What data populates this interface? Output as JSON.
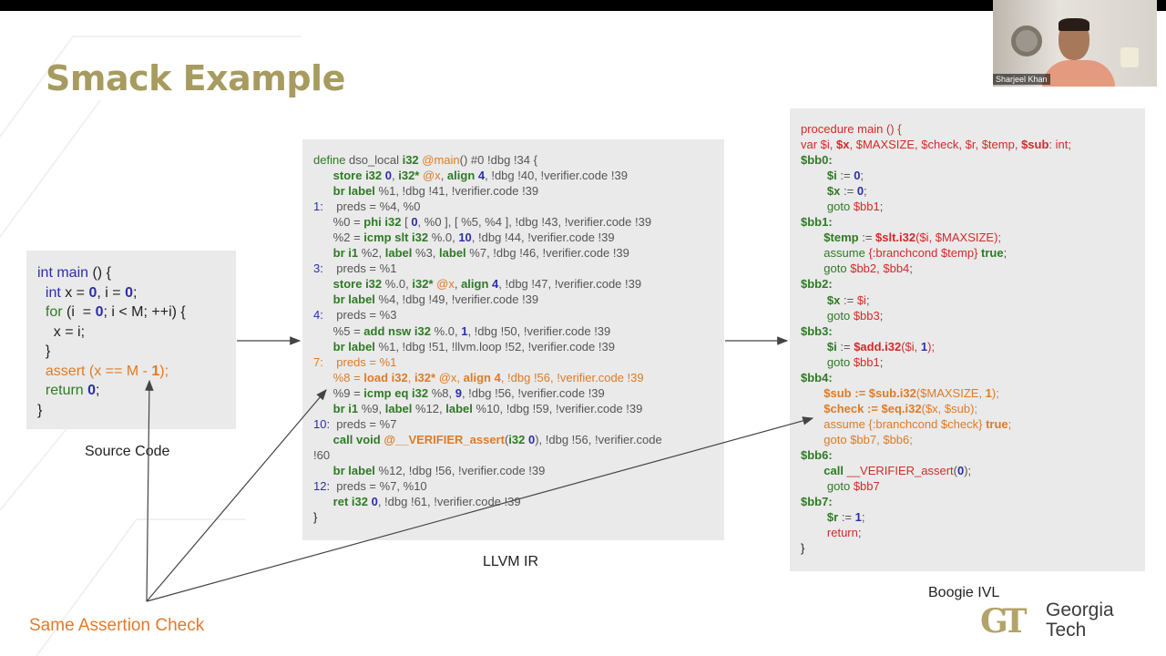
{
  "slide": {
    "title": "Smack Example",
    "source_label": "Source Code",
    "llvm_label": "LLVM IR",
    "boogie_label": "Boogie IVL",
    "assertion_label": "Same Assertion Check"
  },
  "webcam": {
    "name": "Sharjeel Khan"
  },
  "logo": {
    "mark": "GT",
    "line1": "Georgia",
    "line2": "Tech"
  },
  "source_code": [
    [
      {
        "t": "int ",
        "c": "n"
      },
      {
        "t": "main",
        "c": "n"
      },
      {
        "t": " () {",
        "c": "d"
      }
    ],
    [
      {
        "t": "  int ",
        "c": "n"
      },
      {
        "t": "x = ",
        "c": "d"
      },
      {
        "t": "0",
        "c": "nb"
      },
      {
        "t": ", i = ",
        "c": "d"
      },
      {
        "t": "0",
        "c": "nb"
      },
      {
        "t": ";",
        "c": "d"
      }
    ],
    [
      {
        "t": "  for ",
        "c": "k"
      },
      {
        "t": "(i  = ",
        "c": "d"
      },
      {
        "t": "0",
        "c": "nb"
      },
      {
        "t": "; i < M; ++i) {",
        "c": "d"
      }
    ],
    [
      {
        "t": "    x = i;",
        "c": "d"
      }
    ],
    [
      {
        "t": "  }",
        "c": "d"
      }
    ],
    [
      {
        "t": "  assert (x == M - ",
        "c": "o"
      },
      {
        "t": "1",
        "c": "ob"
      },
      {
        "t": ");",
        "c": "o"
      }
    ],
    [
      {
        "t": "  return ",
        "c": "k"
      },
      {
        "t": "0",
        "c": "nb"
      },
      {
        "t": ";",
        "c": "d"
      }
    ],
    [
      {
        "t": "}",
        "c": "d"
      }
    ]
  ],
  "llvm_ir": [
    [
      {
        "t": "define ",
        "c": "k"
      },
      {
        "t": "dso_local ",
        "c": "g"
      },
      {
        "t": "i32 ",
        "c": "kb"
      },
      {
        "t": "@main",
        "c": "o"
      },
      {
        "t": "() #0 !dbg !34 {",
        "c": "g"
      }
    ],
    [
      {
        "t": "      store i32 ",
        "c": "kb"
      },
      {
        "t": "0",
        "c": "nb"
      },
      {
        "t": ", ",
        "c": "g"
      },
      {
        "t": "i32* ",
        "c": "kb"
      },
      {
        "t": "@x",
        "c": "o"
      },
      {
        "t": ", ",
        "c": "g"
      },
      {
        "t": "align ",
        "c": "kb"
      },
      {
        "t": "4",
        "c": "nb"
      },
      {
        "t": ", !dbg !40, !verifier.code !39",
        "c": "g"
      }
    ],
    [
      {
        "t": "      br label ",
        "c": "kb"
      },
      {
        "t": "%1, !dbg !41, !verifier.code !39",
        "c": "g"
      }
    ],
    [
      {
        "t": "1:    ",
        "c": "n"
      },
      {
        "t": "preds = %4, %0",
        "c": "g"
      }
    ],
    [
      {
        "t": "      %0 = ",
        "c": "g"
      },
      {
        "t": "phi i32 ",
        "c": "kb"
      },
      {
        "t": "[ ",
        "c": "g"
      },
      {
        "t": "0",
        "c": "nb"
      },
      {
        "t": ", %0 ], [ %5, %4 ], !dbg !43, !verifier.code !39",
        "c": "g"
      }
    ],
    [
      {
        "t": "      %2 = ",
        "c": "g"
      },
      {
        "t": "icmp slt i32 ",
        "c": "kb"
      },
      {
        "t": "%.0, ",
        "c": "g"
      },
      {
        "t": "10",
        "c": "nb"
      },
      {
        "t": ", !dbg !44, !verifier.code !39",
        "c": "g"
      }
    ],
    [
      {
        "t": "      br i1 ",
        "c": "kb"
      },
      {
        "t": "%2, ",
        "c": "g"
      },
      {
        "t": "label ",
        "c": "kb"
      },
      {
        "t": "%3, ",
        "c": "g"
      },
      {
        "t": "label ",
        "c": "kb"
      },
      {
        "t": "%7, !dbg !46, !verifier.code !39",
        "c": "g"
      }
    ],
    [
      {
        "t": "3:    ",
        "c": "n"
      },
      {
        "t": "preds = %1",
        "c": "g"
      }
    ],
    [
      {
        "t": "      store i32 ",
        "c": "kb"
      },
      {
        "t": "%.0, ",
        "c": "g"
      },
      {
        "t": "i32* ",
        "c": "kb"
      },
      {
        "t": "@x",
        "c": "o"
      },
      {
        "t": ", ",
        "c": "g"
      },
      {
        "t": "align ",
        "c": "kb"
      },
      {
        "t": "4",
        "c": "nb"
      },
      {
        "t": ", !dbg !47, !verifier.code !39",
        "c": "g"
      }
    ],
    [
      {
        "t": "      br label ",
        "c": "kb"
      },
      {
        "t": "%4, !dbg !49, !verifier.code !39",
        "c": "g"
      }
    ],
    [
      {
        "t": "4:    ",
        "c": "n"
      },
      {
        "t": "preds = %3",
        "c": "g"
      }
    ],
    [
      {
        "t": "      %5 = ",
        "c": "g"
      },
      {
        "t": "add nsw i32 ",
        "c": "kb"
      },
      {
        "t": "%.0, ",
        "c": "g"
      },
      {
        "t": "1",
        "c": "nb"
      },
      {
        "t": ", !dbg !50, !verifier.code !39",
        "c": "g"
      }
    ],
    [
      {
        "t": "      br label ",
        "c": "kb"
      },
      {
        "t": "%1, !dbg !51, !llvm.loop !52, !verifier.code !39",
        "c": "g"
      }
    ],
    [
      {
        "t": "7:    preds = %1",
        "c": "o"
      }
    ],
    [
      {
        "t": "      %8 = ",
        "c": "o"
      },
      {
        "t": "load i32",
        "c": "ob"
      },
      {
        "t": ", ",
        "c": "o"
      },
      {
        "t": "i32* ",
        "c": "ob"
      },
      {
        "t": "@x",
        "c": "o"
      },
      {
        "t": ", ",
        "c": "o"
      },
      {
        "t": "align 4",
        "c": "ob"
      },
      {
        "t": ", !dbg !56, !verifier.code !39",
        "c": "o"
      }
    ],
    [
      {
        "t": "      %9 = ",
        "c": "g"
      },
      {
        "t": "icmp eq i32 ",
        "c": "kb"
      },
      {
        "t": "%8, ",
        "c": "g"
      },
      {
        "t": "9",
        "c": "nb"
      },
      {
        "t": ", !dbg !56, !verifier.code !39",
        "c": "g"
      }
    ],
    [
      {
        "t": "      br i1 ",
        "c": "kb"
      },
      {
        "t": "%9, ",
        "c": "g"
      },
      {
        "t": "label ",
        "c": "kb"
      },
      {
        "t": "%12, ",
        "c": "g"
      },
      {
        "t": "label ",
        "c": "kb"
      },
      {
        "t": "%10, !dbg !59, !verifier.code !39",
        "c": "g"
      }
    ],
    [
      {
        "t": "10:  ",
        "c": "n"
      },
      {
        "t": "preds = %7",
        "c": "g"
      }
    ],
    [
      {
        "t": "      call void ",
        "c": "kb"
      },
      {
        "t": "@__VERIFIER_assert",
        "c": "ob"
      },
      {
        "t": "(",
        "c": "g"
      },
      {
        "t": "i32 ",
        "c": "kb"
      },
      {
        "t": "0",
        "c": "nb"
      },
      {
        "t": "), !dbg !56, !verifier.code",
        "c": "g"
      }
    ],
    [
      {
        "t": "!60",
        "c": "g"
      }
    ],
    [
      {
        "t": "      br label ",
        "c": "kb"
      },
      {
        "t": "%12, !dbg !56, !verifier.code !39",
        "c": "g"
      }
    ],
    [
      {
        "t": "12:  ",
        "c": "n"
      },
      {
        "t": "preds = %7, %10",
        "c": "g"
      }
    ],
    [
      {
        "t": "      ret i32 ",
        "c": "kb"
      },
      {
        "t": "0",
        "c": "nb"
      },
      {
        "t": ", !dbg !61, !verifier.code !39",
        "c": "g"
      }
    ],
    [
      {
        "t": "}",
        "c": "d"
      }
    ]
  ],
  "boogie_ivl": [
    [
      {
        "t": "procedure main () {",
        "c": "r"
      }
    ],
    [
      {
        "t": "var $i, ",
        "c": "r"
      },
      {
        "t": "$x",
        "c": "rb"
      },
      {
        "t": ", $MAXSIZE, $check, $r, $temp, ",
        "c": "r"
      },
      {
        "t": "$sub",
        "c": "rb"
      },
      {
        "t": ": int;",
        "c": "r"
      }
    ],
    [
      {
        "t": "$bb0:",
        "c": "kb"
      }
    ],
    [
      {
        "t": "        ",
        "c": "d"
      },
      {
        "t": "$i",
        "c": "kb"
      },
      {
        "t": " := ",
        "c": "g"
      },
      {
        "t": "0",
        "c": "nb"
      },
      {
        "t": ";",
        "c": "g"
      }
    ],
    [
      {
        "t": "        ",
        "c": "d"
      },
      {
        "t": "$x",
        "c": "kb"
      },
      {
        "t": " := ",
        "c": "g"
      },
      {
        "t": "0",
        "c": "nb"
      },
      {
        "t": ";",
        "c": "g"
      }
    ],
    [
      {
        "t": "        ",
        "c": "d"
      },
      {
        "t": "goto ",
        "c": "k"
      },
      {
        "t": "$bb1",
        "c": "r"
      },
      {
        "t": ";",
        "c": "g"
      }
    ],
    [
      {
        "t": "$bb1:",
        "c": "kb"
      }
    ],
    [
      {
        "t": "       ",
        "c": "d"
      },
      {
        "t": "$temp",
        "c": "kb"
      },
      {
        "t": " := ",
        "c": "g"
      },
      {
        "t": "$slt.i32",
        "c": "rb"
      },
      {
        "t": "($i, $MAXSIZE);",
        "c": "r"
      }
    ],
    [
      {
        "t": "       ",
        "c": "d"
      },
      {
        "t": "assume ",
        "c": "k"
      },
      {
        "t": "{:branchcond $temp} ",
        "c": "r"
      },
      {
        "t": "true",
        "c": "kb"
      },
      {
        "t": ";",
        "c": "g"
      }
    ],
    [
      {
        "t": "       ",
        "c": "d"
      },
      {
        "t": "goto ",
        "c": "k"
      },
      {
        "t": "$bb2, $bb4",
        "c": "r"
      },
      {
        "t": ";",
        "c": "g"
      }
    ],
    [
      {
        "t": "$bb2:",
        "c": "kb"
      }
    ],
    [
      {
        "t": "        ",
        "c": "d"
      },
      {
        "t": "$x",
        "c": "kb"
      },
      {
        "t": " := ",
        "c": "g"
      },
      {
        "t": "$i",
        "c": "r"
      },
      {
        "t": ";",
        "c": "g"
      }
    ],
    [
      {
        "t": "        ",
        "c": "d"
      },
      {
        "t": "goto ",
        "c": "k"
      },
      {
        "t": "$bb3",
        "c": "r"
      },
      {
        "t": ";",
        "c": "g"
      }
    ],
    [
      {
        "t": "$bb3:",
        "c": "kb"
      }
    ],
    [
      {
        "t": "        ",
        "c": "d"
      },
      {
        "t": "$i",
        "c": "kb"
      },
      {
        "t": " := ",
        "c": "g"
      },
      {
        "t": "$add.i32",
        "c": "rb"
      },
      {
        "t": "($i, ",
        "c": "r"
      },
      {
        "t": "1",
        "c": "nb"
      },
      {
        "t": ");",
        "c": "r"
      }
    ],
    [
      {
        "t": "        ",
        "c": "d"
      },
      {
        "t": "goto ",
        "c": "k"
      },
      {
        "t": "$bb1",
        "c": "r"
      },
      {
        "t": ";",
        "c": "g"
      }
    ],
    [
      {
        "t": "$bb4:",
        "c": "kb"
      }
    ],
    [
      {
        "t": "       $sub := ",
        "c": "ob"
      },
      {
        "t": "$sub.i32",
        "c": "ob"
      },
      {
        "t": "($MAXSIZE, ",
        "c": "o"
      },
      {
        "t": "1",
        "c": "ob"
      },
      {
        "t": ");",
        "c": "o"
      }
    ],
    [
      {
        "t": "       $check := ",
        "c": "ob"
      },
      {
        "t": "$eq.i32",
        "c": "ob"
      },
      {
        "t": "($x, $sub);",
        "c": "o"
      }
    ],
    [
      {
        "t": "       assume {:branchcond $check} ",
        "c": "o"
      },
      {
        "t": "true",
        "c": "ob"
      },
      {
        "t": ";",
        "c": "o"
      }
    ],
    [
      {
        "t": "       goto $bb7, $bb6;",
        "c": "o"
      }
    ],
    [
      {
        "t": "$bb6:",
        "c": "kb"
      }
    ],
    [
      {
        "t": "       ",
        "c": "d"
      },
      {
        "t": "call ",
        "c": "kb"
      },
      {
        "t": "__VERIFIER_assert",
        "c": "r"
      },
      {
        "t": "(",
        "c": "g"
      },
      {
        "t": "0",
        "c": "nb"
      },
      {
        "t": ");",
        "c": "g"
      }
    ],
    [
      {
        "t": "        ",
        "c": "d"
      },
      {
        "t": "goto ",
        "c": "k"
      },
      {
        "t": "$bb7",
        "c": "r"
      }
    ],
    [
      {
        "t": "$bb7:",
        "c": "kb"
      }
    ],
    [
      {
        "t": "        ",
        "c": "d"
      },
      {
        "t": "$r",
        "c": "kb"
      },
      {
        "t": " := ",
        "c": "g"
      },
      {
        "t": "1",
        "c": "nb"
      },
      {
        "t": ";",
        "c": "g"
      }
    ],
    [
      {
        "t": "        ",
        "c": "d"
      },
      {
        "t": "return",
        "c": "r"
      },
      {
        "t": ";",
        "c": "g"
      }
    ],
    [
      {
        "t": "}",
        "c": "d"
      }
    ]
  ]
}
